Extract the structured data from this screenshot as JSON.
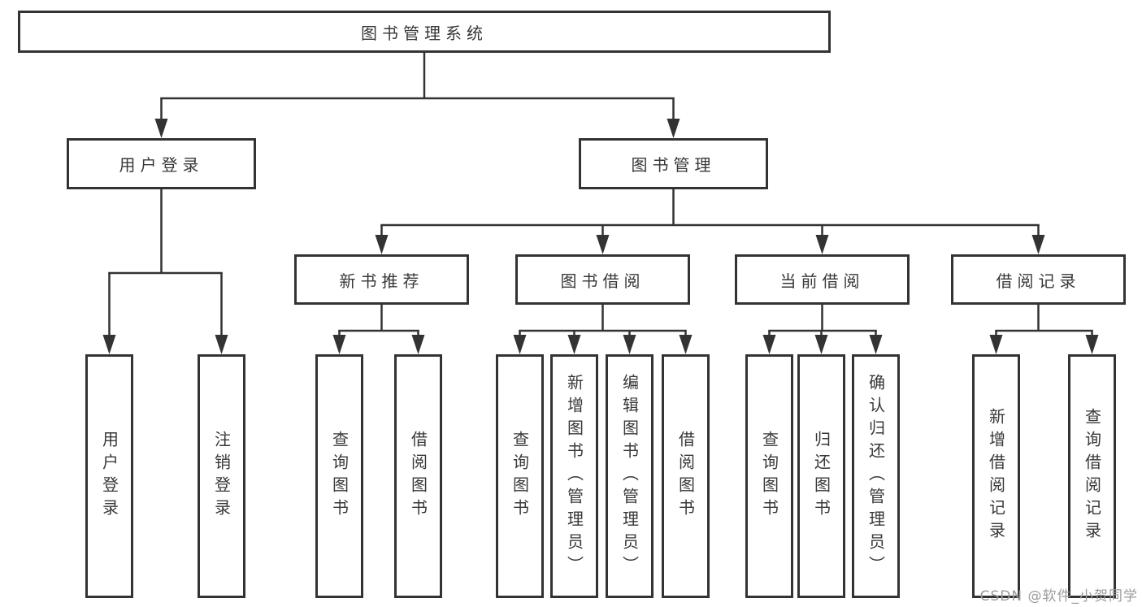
{
  "tree": {
    "label": "图书管理系统",
    "children": [
      {
        "label": "用户登录",
        "children": [
          {
            "label": "用户登录"
          },
          {
            "label": "注销登录"
          }
        ]
      },
      {
        "label": "图书管理",
        "children": [
          {
            "label": "新书推荐",
            "children": [
              {
                "label": "查询图书"
              },
              {
                "label": "借阅图书"
              }
            ]
          },
          {
            "label": "图书借阅",
            "children": [
              {
                "label": "查询图书"
              },
              {
                "label": "新增图书（管理员）"
              },
              {
                "label": "编辑图书（管理员）"
              },
              {
                "label": "借阅图书"
              }
            ]
          },
          {
            "label": "当前借阅",
            "children": [
              {
                "label": "查询图书"
              },
              {
                "label": "归还图书"
              },
              {
                "label": "确认归还（管理员）"
              }
            ]
          },
          {
            "label": "借阅记录",
            "children": [
              {
                "label": "新增借阅记录"
              },
              {
                "label": "查询借阅记录"
              }
            ]
          }
        ]
      }
    ]
  },
  "watermark": {
    "text": "CSDN @软件_小贺同学"
  },
  "colors": {
    "line": "#333333",
    "box_border": "#333333",
    "text": "#383838",
    "watermark": "#9b9b9b",
    "background": "#ffffff"
  }
}
